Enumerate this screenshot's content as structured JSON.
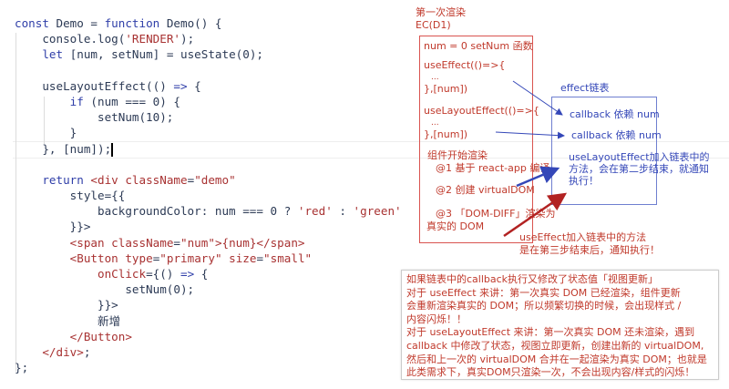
{
  "code": [
    [
      [
        "const ",
        "kw"
      ],
      [
        "Demo = ",
        "pl"
      ],
      [
        "function ",
        "kw"
      ],
      [
        "Demo() {",
        "pl"
      ]
    ],
    [
      [
        "    console.log(",
        "pl"
      ],
      [
        "'RENDER'",
        "str"
      ],
      [
        ");",
        "pl"
      ]
    ],
    [
      [
        "    ",
        "pl"
      ],
      [
        "let ",
        "kw"
      ],
      [
        "[num, setNum] = useState(0);",
        "pl"
      ]
    ],
    [],
    [
      [
        "    useLayoutEffect(() ",
        "pl"
      ],
      [
        "=>",
        "kw"
      ],
      [
        " {",
        "pl"
      ]
    ],
    [
      [
        "        ",
        "pl"
      ],
      [
        "if ",
        "kw"
      ],
      [
        "(num === 0) {",
        "pl"
      ]
    ],
    [
      [
        "            setNum(10);",
        "pl"
      ]
    ],
    [
      [
        "        }",
        "pl"
      ]
    ],
    [
      [
        "    }, [num]);",
        "pl"
      ]
    ],
    [],
    [
      [
        "    ",
        "pl"
      ],
      [
        "return ",
        "kw"
      ],
      [
        "<div ",
        "tag"
      ],
      [
        "className",
        "attr"
      ],
      [
        "=",
        "pl"
      ],
      [
        "\"demo\"",
        "str"
      ]
    ],
    [
      [
        "        style={{",
        "pl"
      ]
    ],
    [
      [
        "            backgroundColor: num === 0 ? ",
        "pl"
      ],
      [
        "'red'",
        "str"
      ],
      [
        " : ",
        "pl"
      ],
      [
        "'green'",
        "str"
      ]
    ],
    [
      [
        "        }}>",
        "pl"
      ]
    ],
    [
      [
        "        ",
        "pl"
      ],
      [
        "<span ",
        "tag"
      ],
      [
        "className",
        "attr"
      ],
      [
        "=",
        "pl"
      ],
      [
        "\"num\"",
        "str"
      ],
      [
        ">{num}</span>",
        "tag"
      ]
    ],
    [
      [
        "        ",
        "pl"
      ],
      [
        "<Button ",
        "tag"
      ],
      [
        "type",
        "attr"
      ],
      [
        "=",
        "pl"
      ],
      [
        "\"primary\" ",
        "str"
      ],
      [
        "size",
        "attr"
      ],
      [
        "=",
        "pl"
      ],
      [
        "\"small\"",
        "str"
      ]
    ],
    [
      [
        "            onClick",
        "attr"
      ],
      [
        "={() ",
        "pl"
      ],
      [
        "=>",
        "kw"
      ],
      [
        " {",
        "pl"
      ]
    ],
    [
      [
        "                setNum(0);",
        "pl"
      ]
    ],
    [
      [
        "            }}>",
        "pl"
      ]
    ],
    [
      [
        "            新增",
        "pl"
      ]
    ],
    [
      [
        "        ",
        "pl"
      ],
      [
        "</Button>",
        "tag"
      ]
    ],
    [
      [
        "    ",
        "pl"
      ],
      [
        "</div>",
        "tag"
      ],
      [
        ";",
        "pl"
      ]
    ],
    [
      [
        "};",
        "pl"
      ]
    ]
  ],
  "annotations": {
    "title": "第一次渲染",
    "ec": "EC(D1)",
    "ec_lines": [
      "num = 0 setNum 函数",
      "useEffect(()=>{",
      "  ...",
      "},[num])",
      "useLayoutEffect(()=>{",
      "  ...",
      "},[num])"
    ],
    "render_title": "组件开始渲染",
    "steps": [
      "@1 基于 react-app 编译",
      "@2 创建 virtualDOM",
      "@3 「DOM-DIFF」渲染为",
      "真实的 DOM"
    ],
    "effect_list_title": "effect链表",
    "callbacks": [
      "callback  依赖 num",
      "callback  依赖 num"
    ],
    "layout_note": [
      "useLayoutEffect加入链表中的",
      "方法，会在第二步结束，就通知",
      "执行！"
    ],
    "effect_note": [
      "useEffect加入链表中的方法",
      "是在第三步结束后，通知执行！"
    ],
    "bottom_note": [
      "如果链表中的callback执行又修改了状态值「视图更新」",
      "  对于 useEffect 来讲：第一次真实 DOM 已经渲染，组件更新",
      "会重新渲染真实的 DOM；所以频繁切换的时候，会出现样式 /",
      "内容闪烁！！",
      "  对于 useLayoutEffect 来讲：第一次真实 DOM 还未渲染，遇到",
      "callback 中修改了状态，视图立即更新，创建出新的 virtualDOM,",
      "然后和上一次的 virtualDOM 合并在一起渲染为真实 DOM；也就是",
      "此类需求下，真实DOM只渲染一次，不会出现内容/样式的闪烁！"
    ]
  },
  "colors": {
    "red": "#c0392b",
    "blue": "#3447b8",
    "arrow_red": "#b22222"
  }
}
